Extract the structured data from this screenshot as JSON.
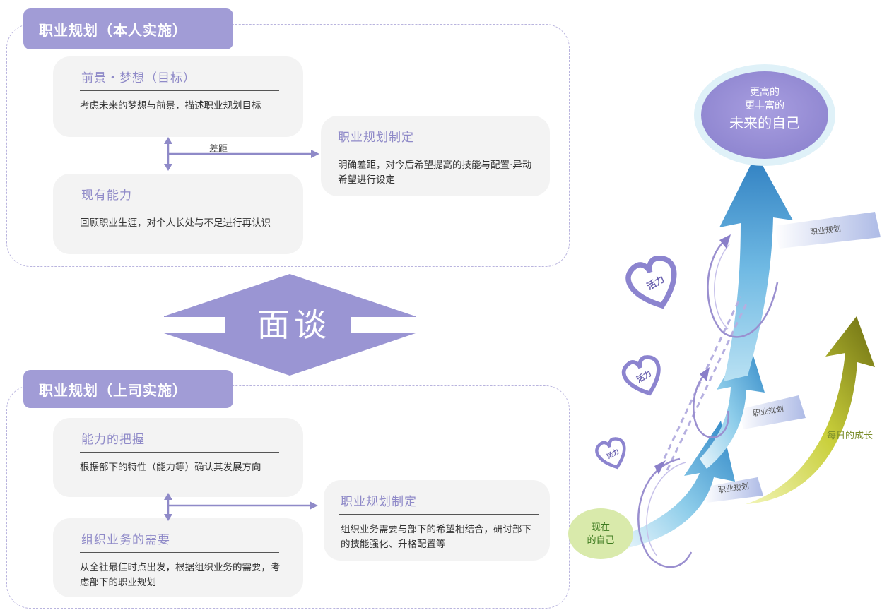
{
  "self_panel": {
    "title": "职业规划（本人实施）",
    "vision": {
      "title": "前景・梦想（目标）",
      "body": "考虑未来的梦想与前景，描述职业规划目标"
    },
    "ability": {
      "title": "现有能力",
      "body": "回顾职业生涯，对个人长处与不足进行再认识"
    },
    "plan": {
      "title": "职业规划制定",
      "body": "明确差距，对今后希望提高的技能与配置·异动希望进行设定"
    },
    "gap_label": "差距"
  },
  "interview": {
    "label": "面谈"
  },
  "boss_panel": {
    "title": "职业规划（上司实施）",
    "grasp": {
      "title": "能力的把握",
      "body": "根据部下的特性（能力等）确认其发展方向"
    },
    "needs": {
      "title": "组织业务的需要",
      "body": "从全社最佳时点出发，根据组织业务的需要，考虑部下的职业规划"
    },
    "plan": {
      "title": "职业规划制定",
      "body": "组织业务需要与部下的希望相结合，研讨部下的技能强化、升格配置等"
    }
  },
  "growth": {
    "goal_line1": "更高的",
    "goal_line2": "更丰富的",
    "goal_line3": "未来的自己",
    "now_line1": "现在",
    "now_line2": "的自己",
    "career_plan_1": "职业规划",
    "career_plan_2": "职业规划",
    "career_plan_3": "职业规划",
    "vitality_1": "活力",
    "vitality_2": "活力",
    "vitality_3": "活力",
    "daily_growth": "每日的成长"
  }
}
